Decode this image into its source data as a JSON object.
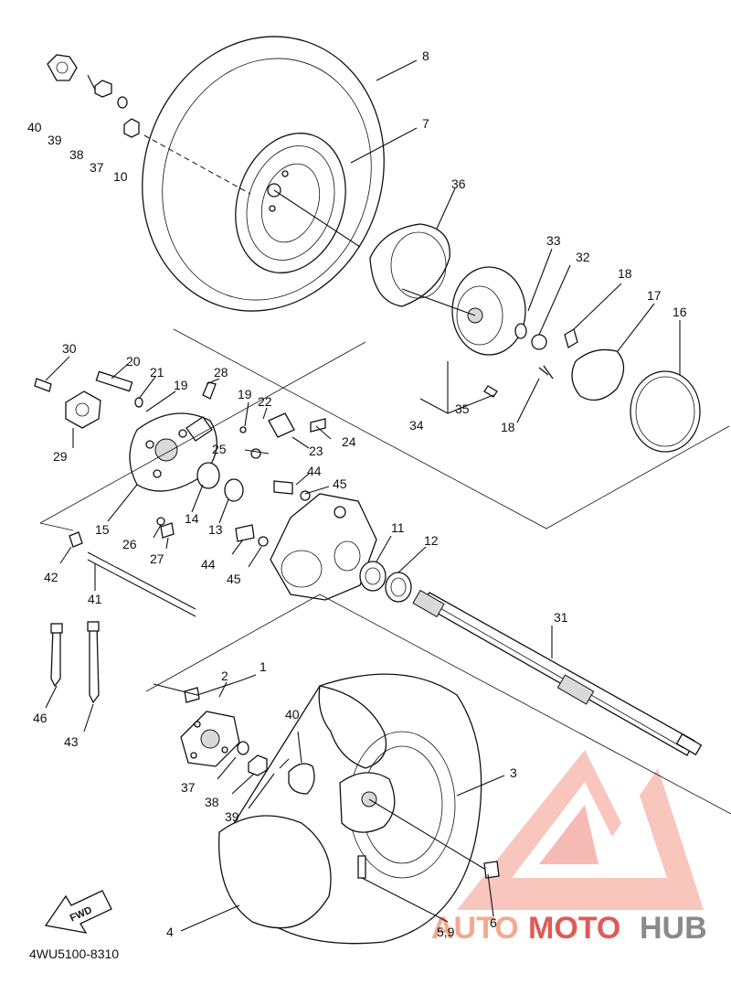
{
  "diagram_code": "4WU5100-8310",
  "fwd_label": "FWD",
  "watermark": {
    "brand_a": "AUTO",
    "brand_b": "MOTO",
    "brand_c": "HUB",
    "color_a": "#f4a98f",
    "color_b": "#e05a55",
    "color_c": "#8a8a8a"
  },
  "callouts": {
    "c1": "1",
    "c2": "2",
    "c3": "3",
    "c4": "4",
    "c59": "5,9",
    "c6": "6",
    "c7": "7",
    "c8": "8",
    "c10": "10",
    "c11": "11",
    "c12": "12",
    "c13": "13",
    "c14": "14",
    "c15": "15",
    "c16": "16",
    "c17": "17",
    "c18a": "18",
    "c18b": "18",
    "c19a": "19",
    "c19b": "19",
    "c20": "20",
    "c21": "21",
    "c22": "22",
    "c23": "23",
    "c24": "24",
    "c25": "25",
    "c26": "26",
    "c27": "27",
    "c28": "28",
    "c29": "29",
    "c30": "30",
    "c31": "31",
    "c32": "32",
    "c33": "33",
    "c34": "34",
    "c35": "35",
    "c36": "36",
    "c37a": "37",
    "c37b": "37",
    "c38a": "38",
    "c38b": "38",
    "c39a": "39",
    "c39b": "39",
    "c40a": "40",
    "c40b": "40",
    "c41": "41",
    "c42": "42",
    "c43": "43",
    "c44a": "44",
    "c44b": "44",
    "c45a": "45",
    "c45b": "45",
    "c46": "46"
  }
}
